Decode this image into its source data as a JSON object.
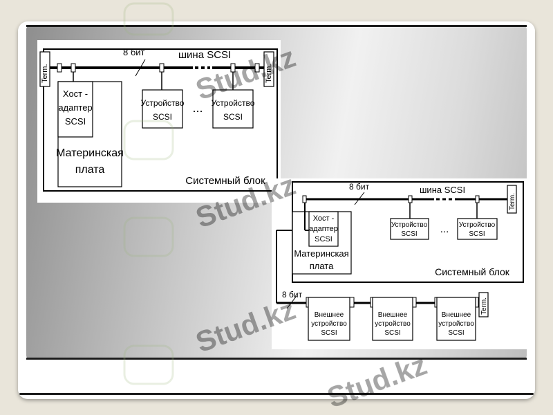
{
  "diagram1": {
    "term_left": "Term.",
    "term_right": "Term.",
    "bits_label": "8 бит",
    "bus_label": "шина SCSI",
    "host_adapter": [
      "Хост -",
      "адаптер",
      "SCSI"
    ],
    "motherboard": [
      "Материнская",
      "плата"
    ],
    "device_a": [
      "Устройство",
      "SCSI"
    ],
    "device_b": [
      "Устройство",
      "SCSI"
    ],
    "ellipsis": "...",
    "system_unit": "Системный блок"
  },
  "diagram2": {
    "term_internal": "Term.",
    "term_external": "Term.",
    "bits_internal": "8 бит",
    "bus_label": "шина SCSI",
    "host_adapter": [
      "Хост -",
      "адаптер",
      "SCSI"
    ],
    "motherboard": [
      "Материнская",
      "плата"
    ],
    "device_a": [
      "Устройство",
      "SCSI"
    ],
    "device_b": [
      "Устройство",
      "SCSI"
    ],
    "ellipsis": "...",
    "system_unit": "Системный блок",
    "bits_external": "8 бит",
    "ext_device_1": [
      "Внешнее",
      "устройство",
      "SCSI"
    ],
    "ext_device_2": [
      "Внешнее",
      "устройство",
      "SCSI"
    ],
    "ext_device_3": [
      "Внешнее",
      "устройство",
      "SCSI"
    ]
  },
  "watermark": {
    "text": "Stud.kz",
    "color": "#b8b8b8"
  }
}
